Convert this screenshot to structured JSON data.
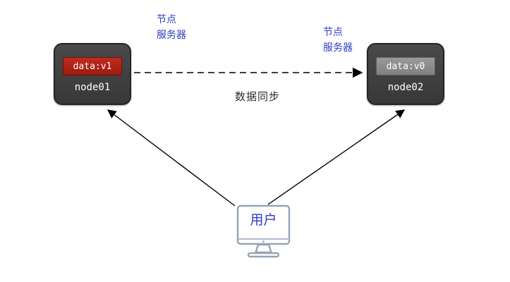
{
  "diagram": {
    "nodes": [
      {
        "id": "node01",
        "data_label": "data:v1",
        "name_label": "node01",
        "data_box_color": "#b0241a"
      },
      {
        "id": "node02",
        "data_label": "data:v0",
        "name_label": "node02",
        "data_box_color": "#8f8f8f"
      }
    ],
    "labels": {
      "node_server_left": "节点\n服务器",
      "node_server_right": "节点\n服务器",
      "sync": "数据同步",
      "user": "用户"
    },
    "colors": {
      "node_background": "#3f3f3f",
      "blue_text": "#2f3cc4",
      "arrow": "#000000",
      "monitor_stroke": "#94a3b8"
    }
  }
}
